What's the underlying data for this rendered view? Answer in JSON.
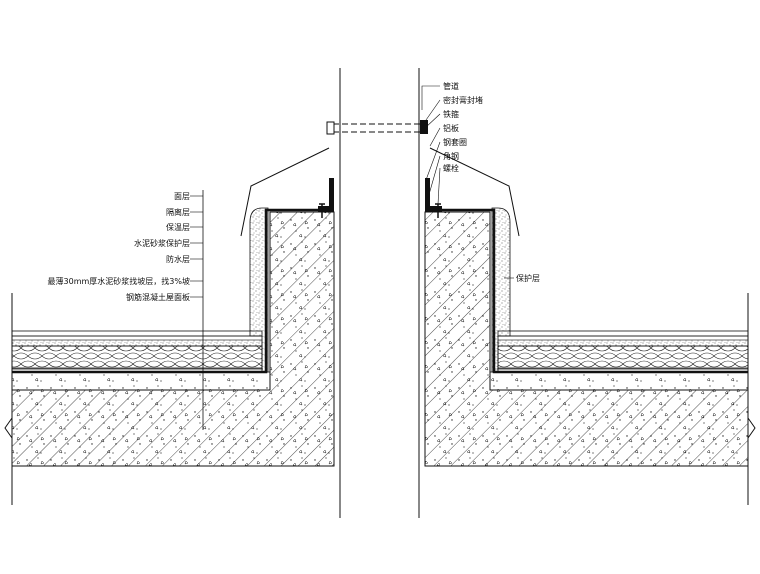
{
  "labels_left": [
    "面层",
    "隔离层",
    "保温层",
    "水泥砂浆保护层",
    "防水层",
    "最薄30mm厚水泥砂浆找坡层，找3%坡",
    "钢筋混凝土屋面板"
  ],
  "labels_right": [
    "管道",
    "密封膏封堵",
    "铁箍",
    "铝板",
    "钢套圈",
    "角钢",
    "螺栓"
  ],
  "label_protect": "保护层",
  "colors": {
    "line": "#111111",
    "background": "#ffffff"
  }
}
